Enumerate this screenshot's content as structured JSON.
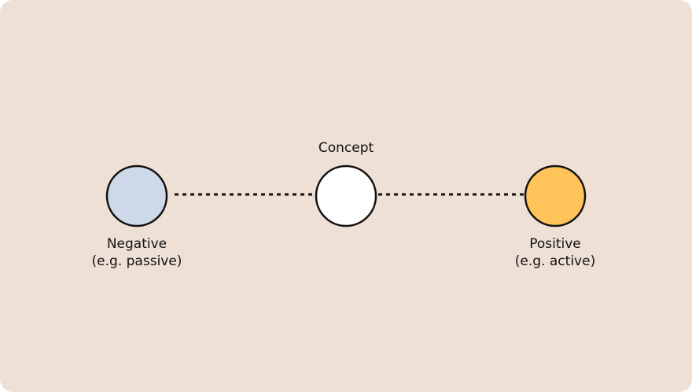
{
  "diagram": {
    "background_color": "#efe0d6",
    "nodes": {
      "negative": {
        "label_line1": "Negative",
        "label_line2": "(e.g. passive)",
        "fill_color": "#cdd8e8"
      },
      "concept": {
        "label": "Concept",
        "fill_color": "#ffffff"
      },
      "positive": {
        "label_line1": "Positive",
        "label_line2": "(e.g. active)",
        "fill_color": "#ffc35a"
      }
    },
    "connector_style": "dotted"
  }
}
